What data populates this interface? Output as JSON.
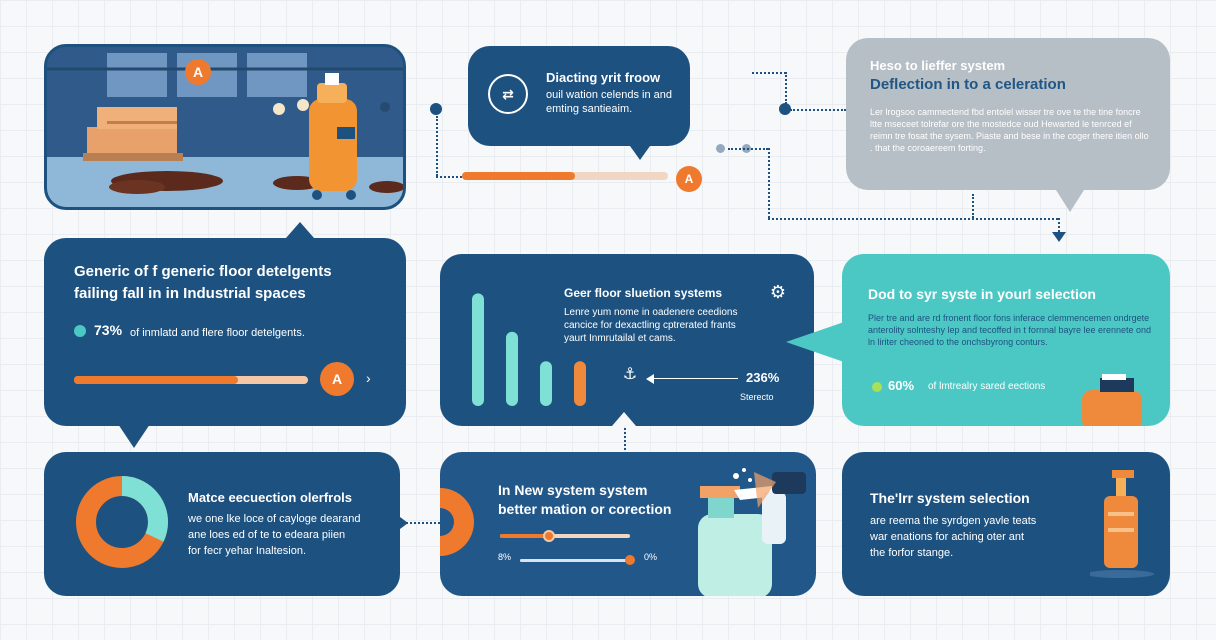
{
  "top_note": {
    "line1": "Diacting yrit froow",
    "line2": "ouil wation celends in and",
    "line3": "emting santieaim."
  },
  "gray_card": {
    "kicker": "Heso to lieffer system",
    "title": "Deflection in to a celeration",
    "body": "Ler lrogsoo cammectend fbd entolel wisser tre ove te the tine foncre ltte mseceet tolrefar ore the mostedce oud Hewarted le tenrced ef reimn tre fosat the sysem. Piaste and bese in the coger there itien ollo . that the coroaereem forting."
  },
  "generic_card": {
    "title_line1": "Generic of f generic floor detelgents",
    "title_line2": "failing fall in in Industrial spaces",
    "stat_value": "73%",
    "stat_text": "of inmlatd and flere floor detelgents.",
    "badge_letter": "A",
    "arrow_glyph": "›",
    "bar_progress": 0.7
  },
  "gear_card": {
    "title": "Geer floor sluetion systems",
    "body_line1": "Lenre yum nome in oadenere ceedions",
    "body_line2": "cancice for dexactling cptrerated frants",
    "body_line3": "yaurt Inmrutailal et cams.",
    "stat_value": "236%",
    "stat_caption": "Sterecto",
    "bars": [
      {
        "value": 0.88,
        "color": "#7fe0d6"
      },
      {
        "value": 0.58,
        "color": "#7fe0d6"
      },
      {
        "value": 0.35,
        "color": "#7fe0d6"
      },
      {
        "value": 0.35,
        "color": "#ef8a3d"
      }
    ]
  },
  "teal_card": {
    "title": "Dod to syr syste in yourl selection",
    "body": "Pler tre and are rd fronent floor fons inferace clemmencemen ondrgete anterolity solnteshy lep and tecoffed in t fornnal bayre lee erennete ond ln liriter cheoned to the onchsbyrong conturs.",
    "stat_value": "60%",
    "stat_text": "of lmtrealry sared eections"
  },
  "mate_card": {
    "title": "Matce eecuection olerfrols",
    "body_line1": "we one lke loce of cayloge dearand",
    "body_line2": "ane loes ed of te to edeara piien",
    "body_line3": "for fecr yehar Inaltesion.",
    "donut_fraction": 0.32
  },
  "new_card": {
    "title_line1": "In New system system",
    "title_line2": "better mation or corection",
    "left_label": "8%",
    "right_label": "0%",
    "slider1_fraction": 0.38,
    "slider2_fraction": 1.0
  },
  "third_card": {
    "title": "The'lrr system selection",
    "body_line1": "are reema the syrdgen yavle teats",
    "body_line2": "war enations for aching oter ant",
    "body_line3": "the forfor stange."
  },
  "mid_bar": {
    "fraction": 0.55,
    "badge_letter": "A"
  },
  "colors": {
    "navy": "#1d5180",
    "teal": "#4cc8c4",
    "orange": "#ef7a2d",
    "gray": "#b6bec6"
  }
}
